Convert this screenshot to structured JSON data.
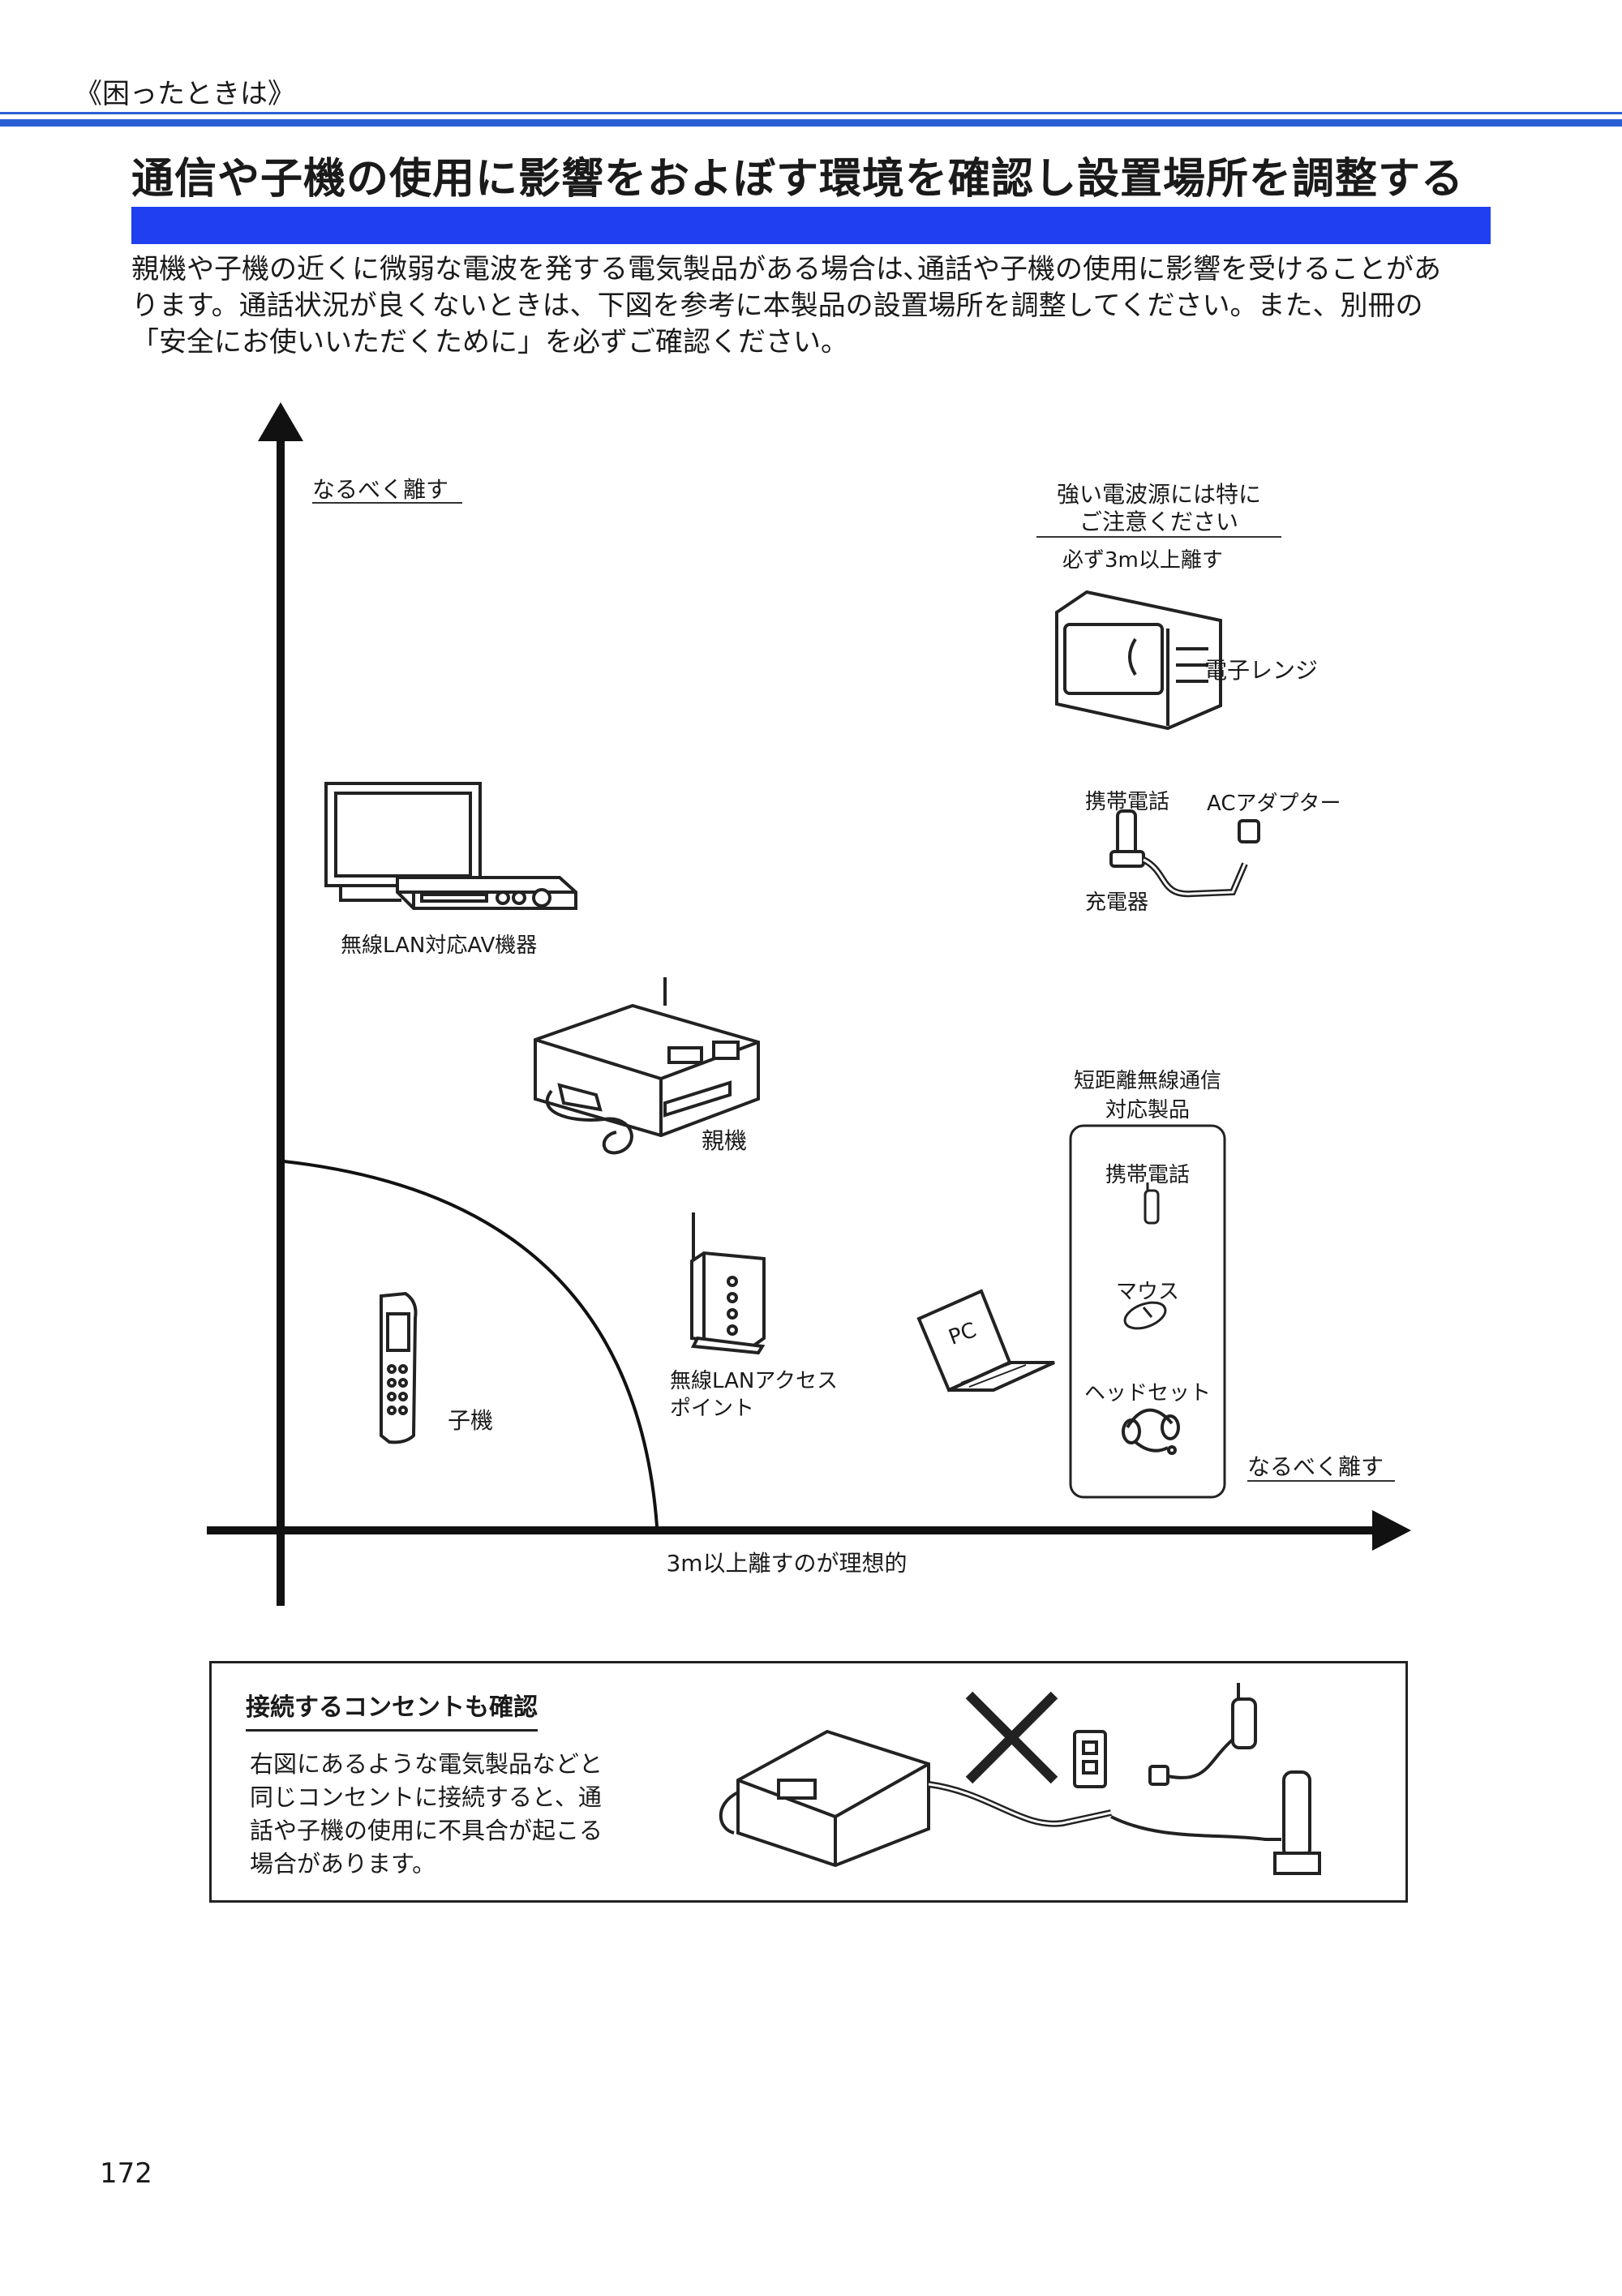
{
  "header": {
    "section_label": "《困ったときは》",
    "title": "通信や子機の使用に影響をおよぼす環境を確認し設置場所を調整する",
    "intro_lines": [
      "親機や子機の近くに微弱な電波を発する電気製品がある場合は､通話や子機の使用に影響を受けることがあ",
      "ります。通話状況が良くないときは、下図を参考に本製品の設置場所を調整してください。また、別冊の",
      "「安全にお使いいただくために」を必ずご確認ください。"
    ]
  },
  "diagram": {
    "y_axis_label": "なるべく離す",
    "x_axis_label": "なるべく離す",
    "x_axis_caption": "3m以上離すのが理想的",
    "strong_source_note_line1": "強い電波源には特に",
    "strong_source_note_line2": "ご注意ください",
    "keep_away_note": "必ず3m以上離す",
    "microwave": "電子レンジ",
    "mobile_phone": "携帯電話",
    "ac_adapter": "ACアダプター",
    "charger": "充電器",
    "av_device": "無線LAN対応AV機器",
    "base_unit": "親機",
    "short_range_line1": "短距離無線通信",
    "short_range_line2": "対応製品",
    "sr_mobile": "携帯電話",
    "sr_mouse": "マウス",
    "sr_headset": "ヘッドセット",
    "pc": "PC",
    "ap_line1": "無線LANアクセス",
    "ap_line2": "ポイント",
    "handset": "子機"
  },
  "outlet_box": {
    "heading": "接続するコンセントも確認",
    "lines": [
      "右図にあるような電気製品などと",
      "同じコンセントに接続すると、通",
      "話や子機の使用に不具合が起こる",
      "場合があります。"
    ]
  },
  "page_number": "172",
  "colors": {
    "accent": "#2a5fd4",
    "title_bar": "#1f3ff0"
  }
}
